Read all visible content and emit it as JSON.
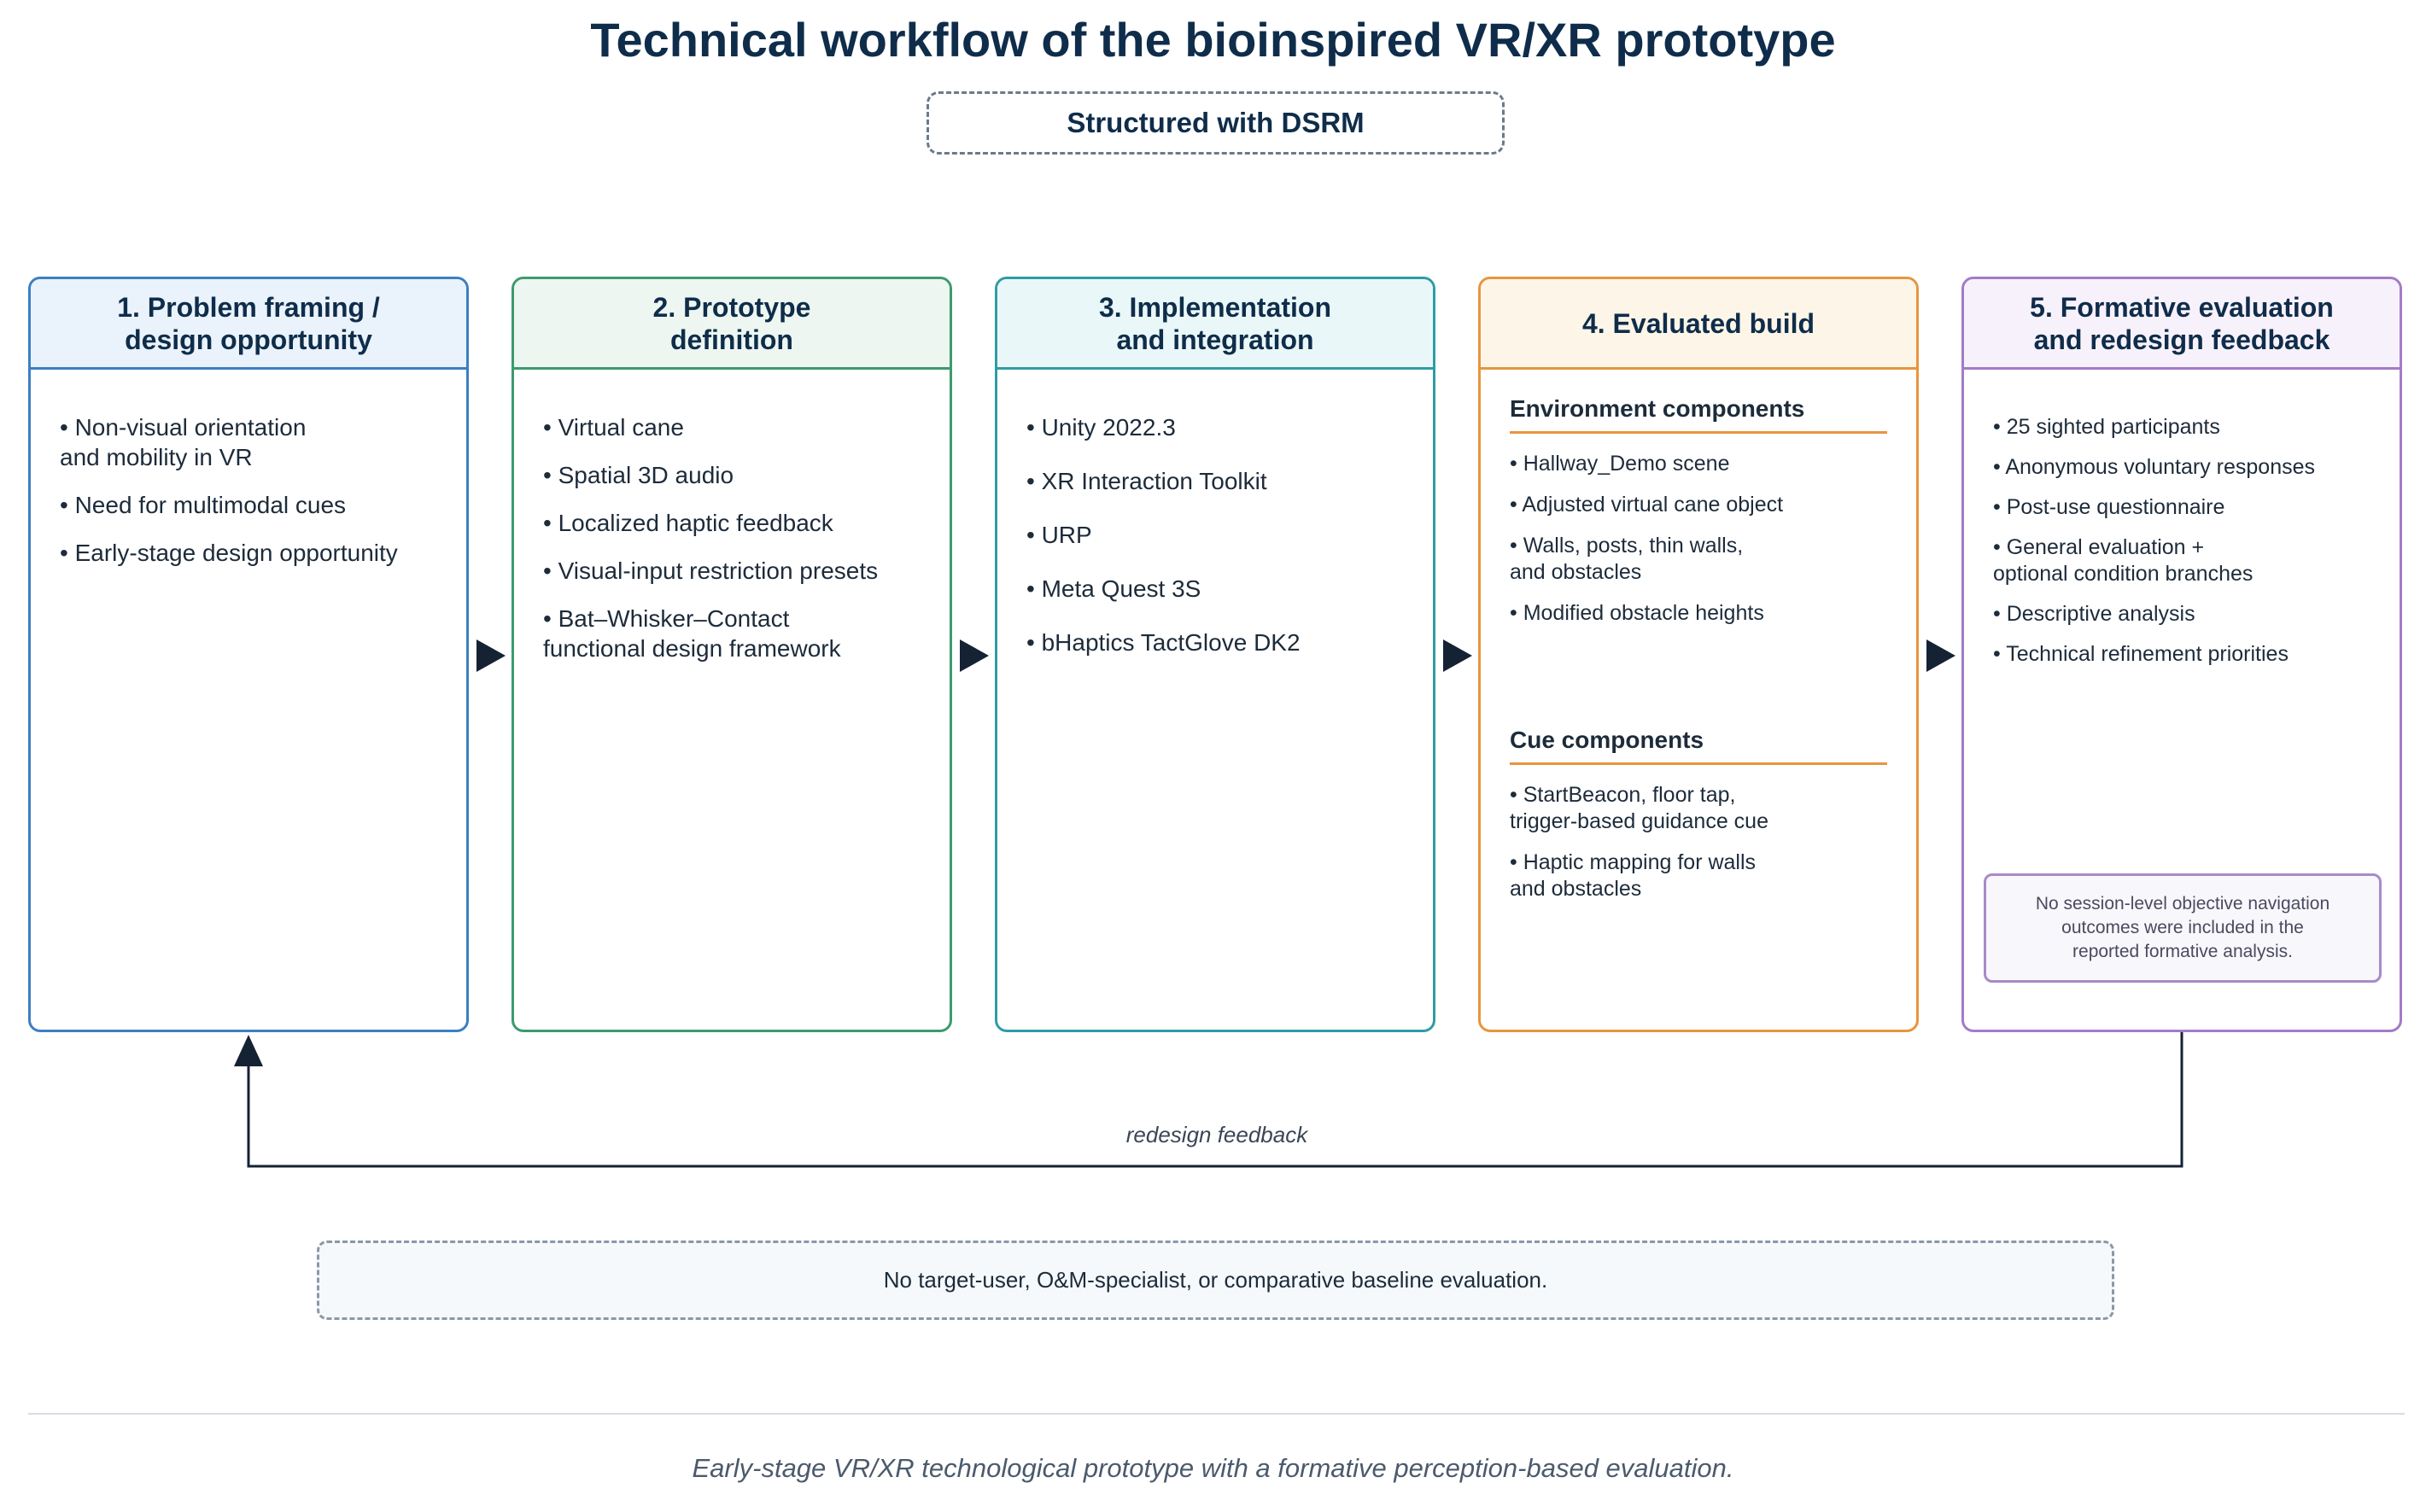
{
  "title": "Technical workflow of the bioinspired VR/XR prototype",
  "subtitle": "Structured with DSRM",
  "colors": {
    "box1": "#3b7fc2",
    "box1_head": "#eaf2fb",
    "box2": "#3d9a6e",
    "box2_head": "#edf6f1",
    "box3": "#2f9ca5",
    "box3_head": "#eaf7f8",
    "box4": "#e7953f",
    "box4_head": "#fdf6e8",
    "box5": "#a37bc6",
    "box5_head": "#f7f1fb",
    "arrow": "#152233"
  },
  "boxes": [
    {
      "heading": "1. Problem framing /\ndesign opportunity",
      "bullets": [
        "• Non-visual orientation\nand mobility in VR",
        "• Need for multimodal cues",
        "• Early-stage design opportunity"
      ]
    },
    {
      "heading": "2. Prototype\ndefinition",
      "bullets": [
        "• Virtual cane",
        "• Spatial 3D audio",
        "• Localized haptic feedback",
        "• Visual-input restriction presets",
        "• Bat–Whisker–Contact\nfunctional design framework"
      ]
    },
    {
      "heading": "3. Implementation\nand integration",
      "bullets": [
        "• Unity 2022.3",
        "• XR Interaction Toolkit",
        "• URP",
        "• Meta Quest 3S",
        "• bHaptics TactGlove DK2"
      ]
    },
    {
      "heading": "4. Evaluated build",
      "sections": [
        {
          "title": "Environment components",
          "bullets": [
            "• Hallway_Demo scene",
            "• Adjusted virtual cane object",
            "• Walls, posts, thin walls,\nand obstacles",
            "• Modified obstacle heights"
          ]
        },
        {
          "title": "Cue components",
          "bullets": [
            "• StartBeacon, floor tap,\ntrigger-based guidance cue",
            "• Haptic mapping for walls\nand obstacles"
          ]
        }
      ]
    },
    {
      "heading": "5. Formative evaluation\nand redesign feedback",
      "bullets": [
        "• 25 sighted participants",
        "• Anonymous voluntary responses",
        "• Post-use questionnaire",
        "• General evaluation +\noptional condition branches",
        "• Descriptive analysis",
        "• Technical refinement priorities"
      ],
      "note": "No session-level objective navigation\noutcomes were included in the\nreported formative analysis."
    }
  ],
  "feedback_label": "redesign feedback",
  "bottom_note": "No target-user, O&M-specialist, or comparative baseline evaluation.",
  "footer": "Early-stage VR/XR technological prototype with a formative perception-based evaluation."
}
